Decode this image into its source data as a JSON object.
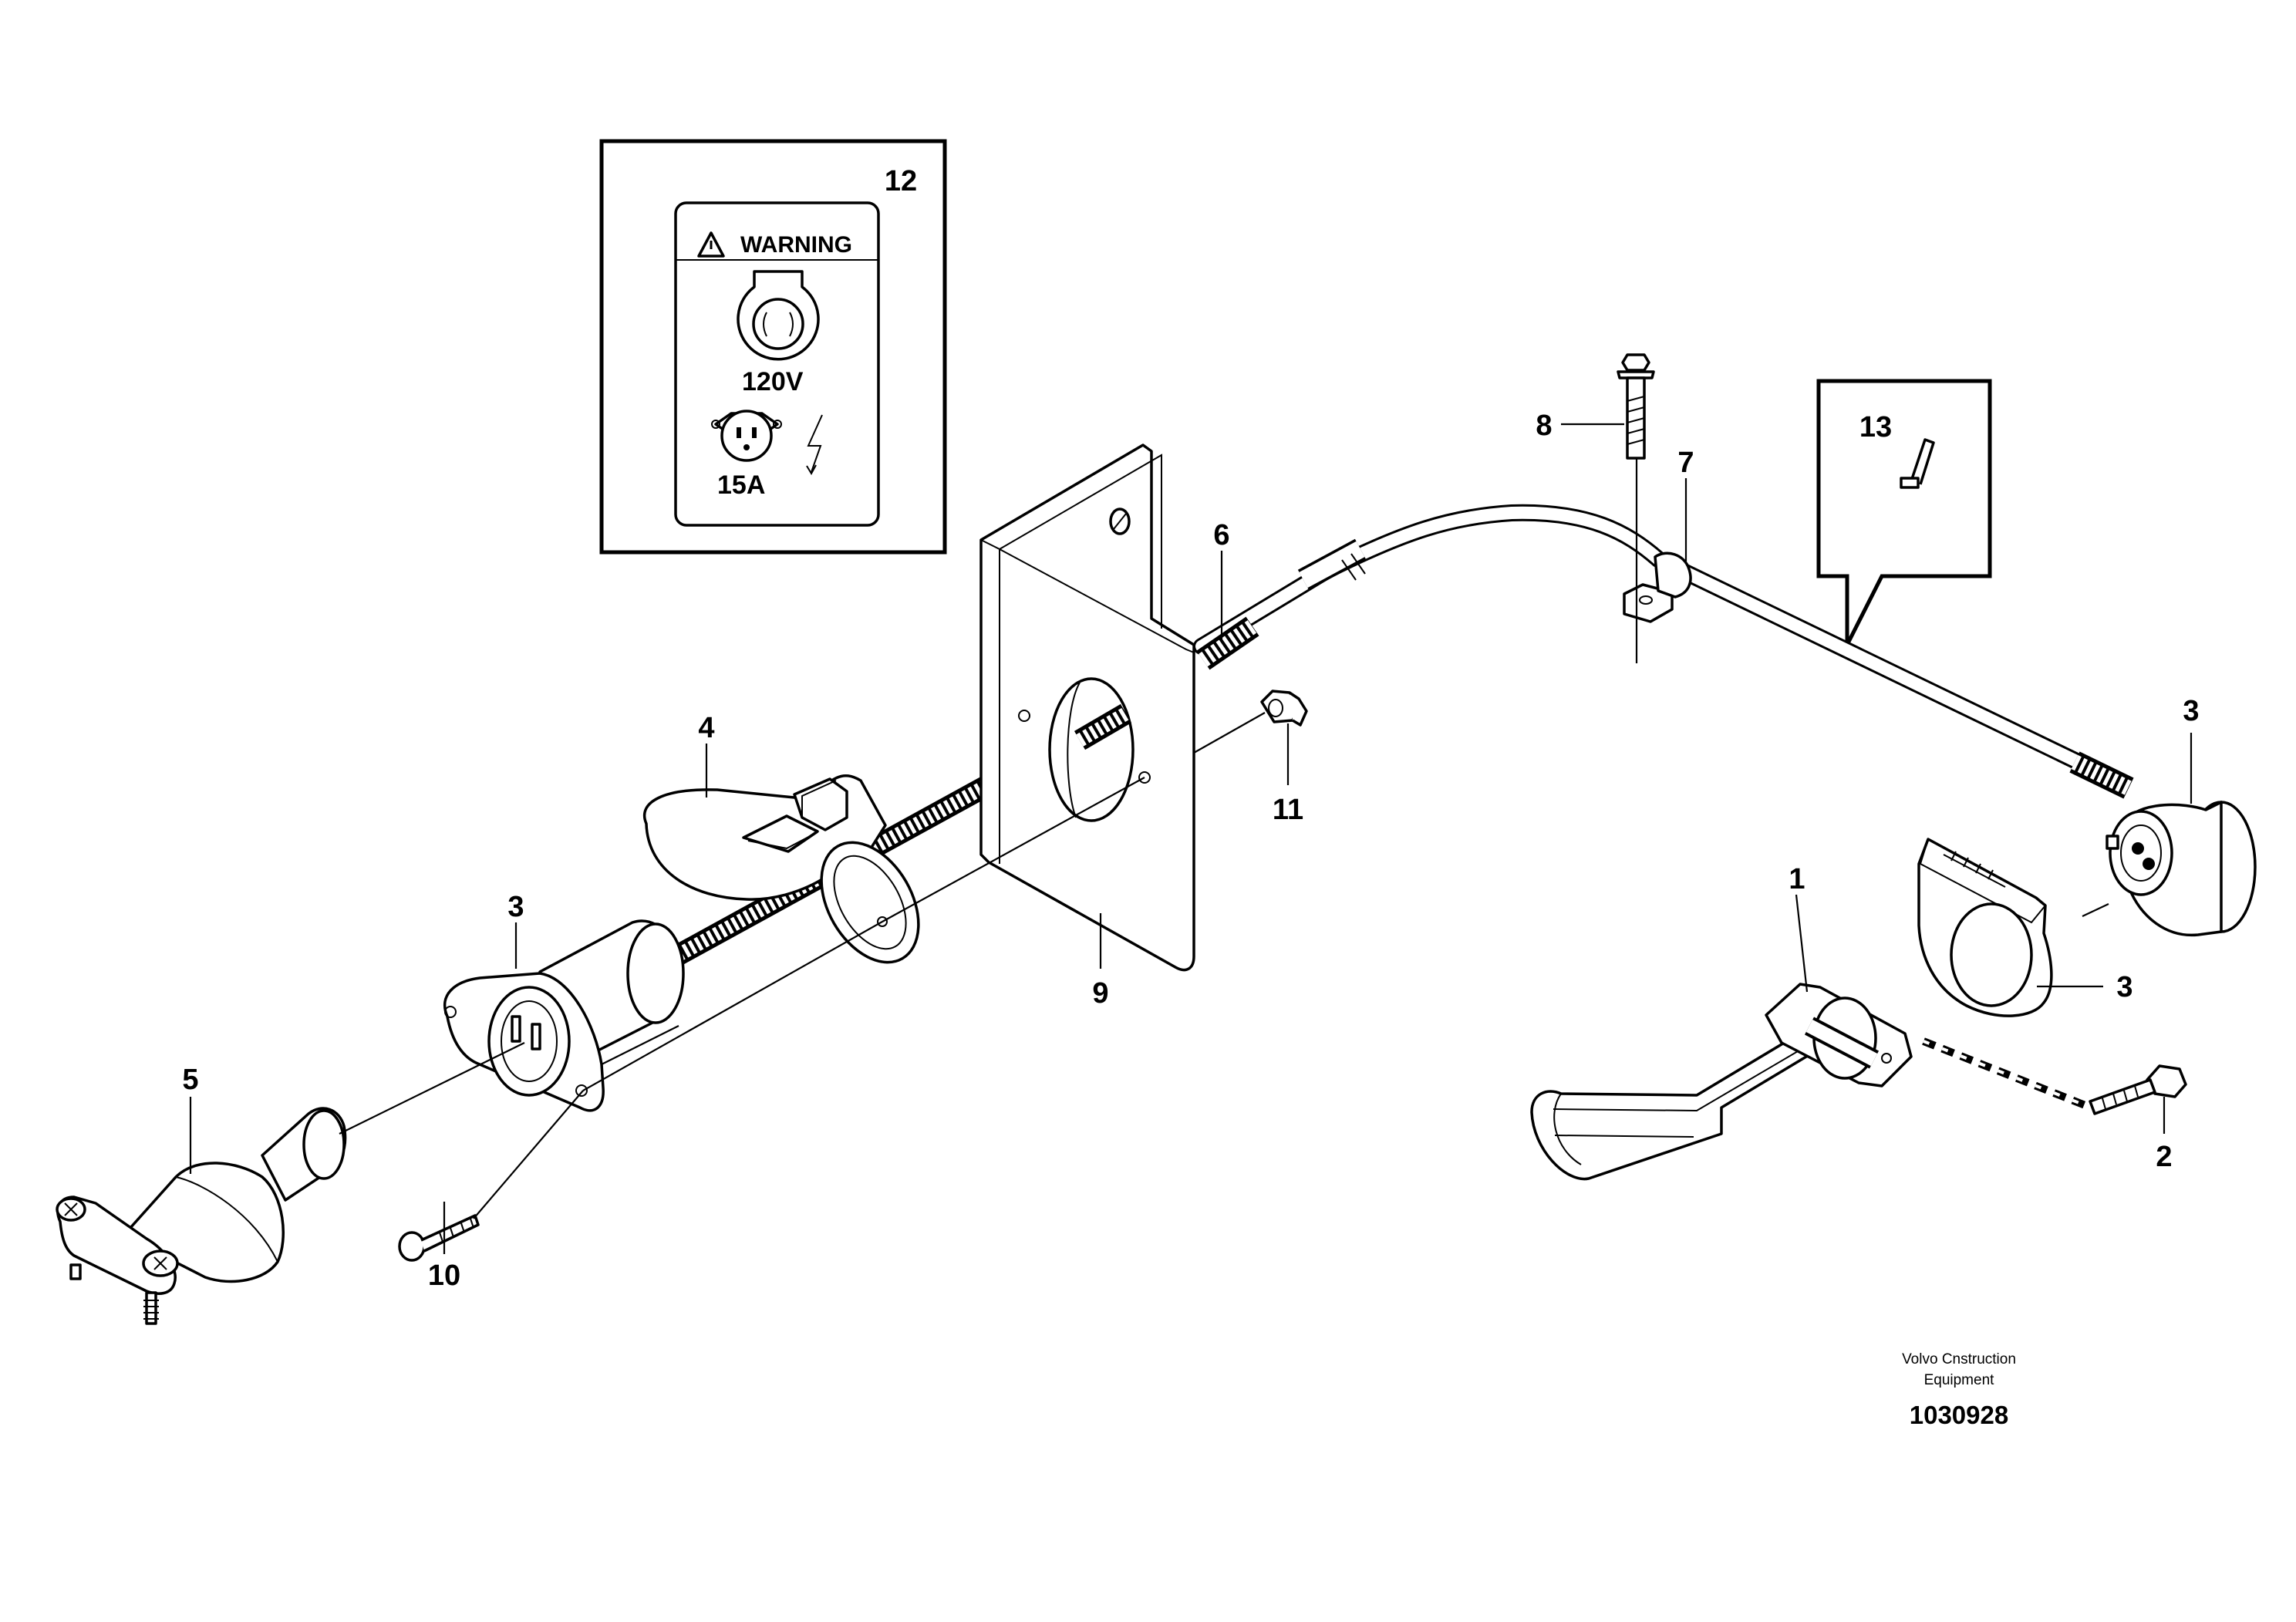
{
  "callouts": {
    "c1": "1",
    "c2": "2",
    "c3a": "3",
    "c3b": "3",
    "c3c": "3",
    "c4": "4",
    "c5": "5",
    "c6": "6",
    "c7": "7",
    "c8": "8",
    "c9": "9",
    "c10": "10",
    "c11": "11",
    "c12": "12",
    "c13": "13"
  },
  "decal": {
    "warning": "WARNING",
    "voltage": "120V",
    "current": "15A"
  },
  "credit": {
    "line1": "Volvo Cnstruction",
    "line2": "Equipment",
    "drawing_number": "1030928"
  }
}
